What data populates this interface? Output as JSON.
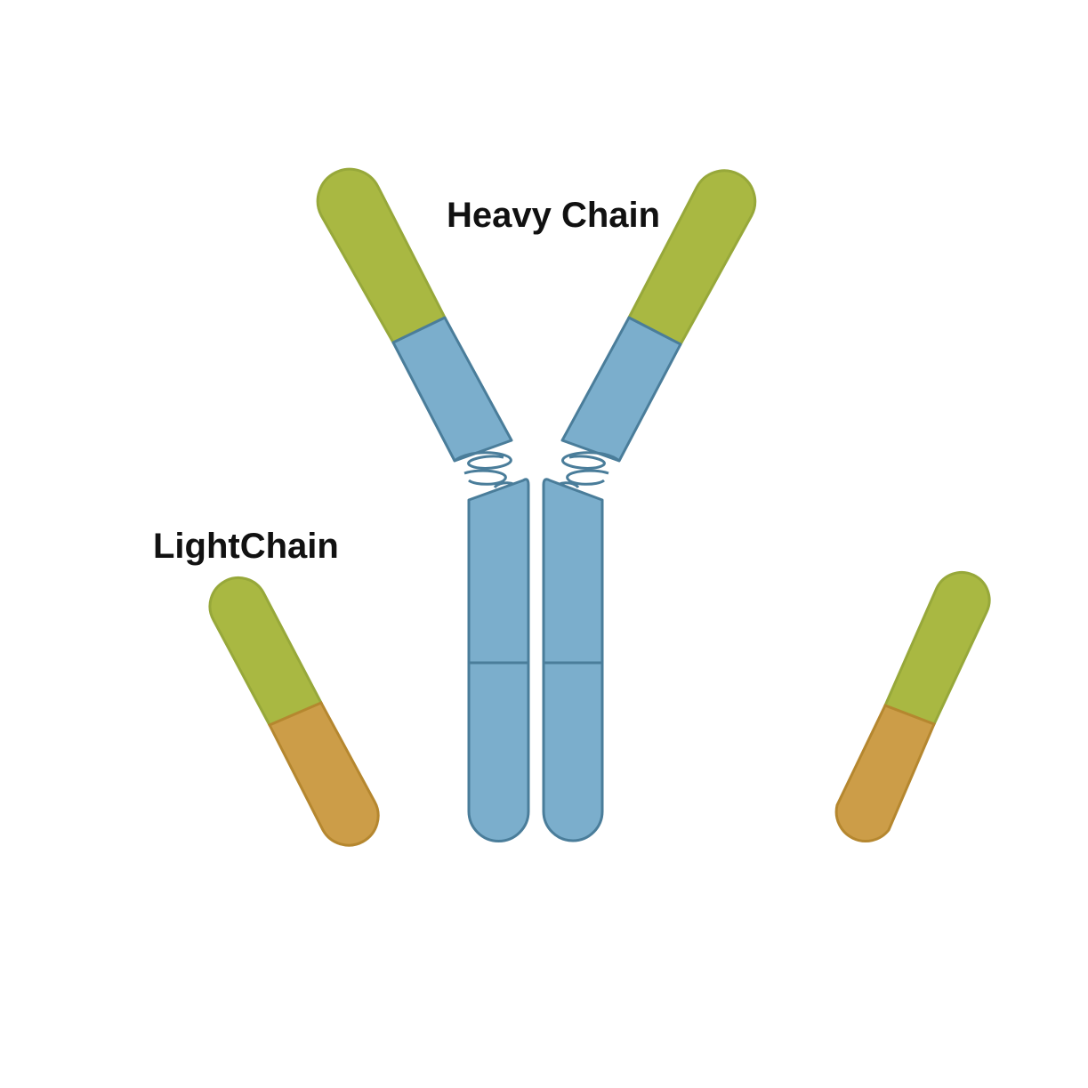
{
  "labels": {
    "heavy_chain": "Heavy Chain",
    "light_chain": "LightChain"
  },
  "colors": {
    "variable_region": "#A9B842",
    "variable_region_stroke": "#97A83A",
    "heavy_constant": "#7BAECC",
    "heavy_constant_stroke": "#4A7D9A",
    "light_constant": "#CC9D48",
    "light_constant_stroke": "#B5872F",
    "background": "#FFFFFF"
  },
  "parts": {
    "heavy_chains": 2,
    "light_chains": 2
  }
}
